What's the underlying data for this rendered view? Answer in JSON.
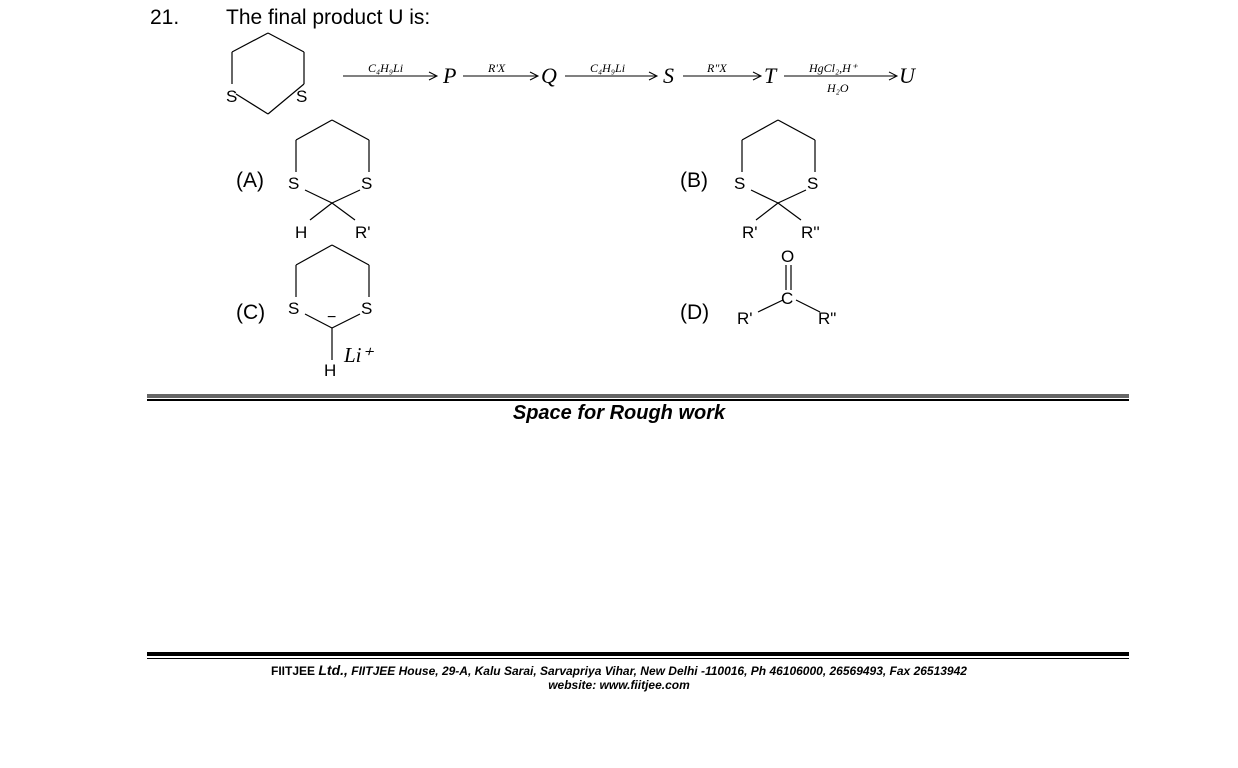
{
  "question": {
    "number": "21.",
    "text": "The final product U is:"
  },
  "scheme": {
    "reagent1": "C₄H₉Li",
    "product_p": "P",
    "reagent2": "R'X",
    "product_q": "Q",
    "reagent3": "C₄H₉Li",
    "product_s": "S",
    "reagent4": "R\"X",
    "product_t": "T",
    "reagent5_top": "HgCl₂,H⁺",
    "reagent5_bottom": "H₂O",
    "product_u": "U",
    "start_atom_s1": "S",
    "start_atom_s2": "S"
  },
  "options": {
    "a": {
      "label": "(A)",
      "atoms": [
        "S",
        "S",
        "H",
        "R'"
      ]
    },
    "b": {
      "label": "(B)",
      "atoms": [
        "S",
        "S",
        "R'",
        "R''"
      ]
    },
    "c": {
      "label": "(C)",
      "atoms": [
        "S",
        "S",
        "H",
        "−",
        "Li⁺"
      ]
    },
    "d": {
      "label": "(D)",
      "atoms": [
        "O",
        "C",
        "R'",
        "R\""
      ]
    }
  },
  "rough_work": "Space for Rough work",
  "footer": {
    "brand": "FIITJEE",
    "ltd": "Ltd.,",
    "address": "FIITJEE House, 29-A, Kalu  Sarai, Sarvapriya Vihar, New Delhi -110016, Ph 46106000, 26569493, Fax 26513942",
    "website": "website: www.fiitjee.com"
  }
}
